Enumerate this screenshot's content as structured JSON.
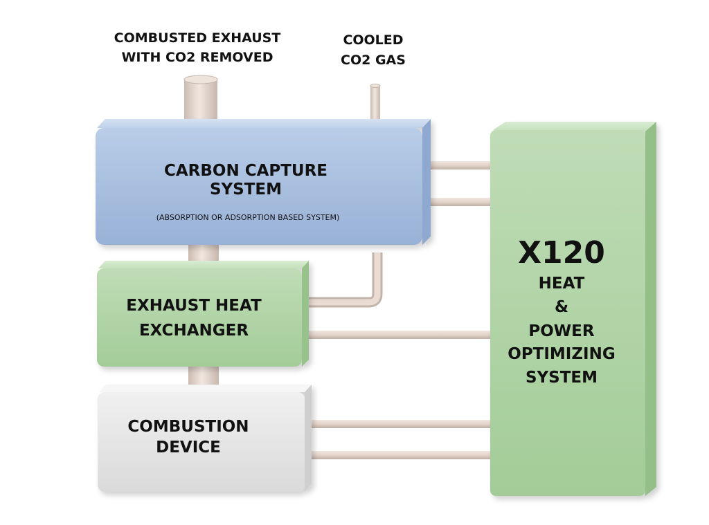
{
  "top_labels": {
    "exhaust_line1": "COMBUSTED EXHAUST",
    "exhaust_line2": "WITH CO2 REMOVED",
    "co2_line1": "COOLED",
    "co2_line2": "CO2 GAS"
  },
  "carbon_capture": {
    "title_line1": "CARBON CAPTURE",
    "title_line2": "SYSTEM",
    "subtitle": "(ABSORPTION OR ADSORPTION BASED SYSTEM)"
  },
  "heat_exchanger": {
    "title_line1": "EXHAUST HEAT",
    "title_line2": "EXCHANGER"
  },
  "combustion_device": {
    "title_line1": "COMBUSTION",
    "title_line2": "DEVICE"
  },
  "x120": {
    "model": "X120",
    "line1": "HEAT",
    "line2": "&",
    "line3": "POWER",
    "line4": "OPTIMIZING",
    "line5": "SYSTEM"
  },
  "colors": {
    "carbon_capture": "#a7bedf",
    "heat_exchanger": "#afd3a6",
    "combustion_device": "#e6e6e6",
    "x120": "#a9cf9f",
    "pipe": "#e6d7cd"
  }
}
